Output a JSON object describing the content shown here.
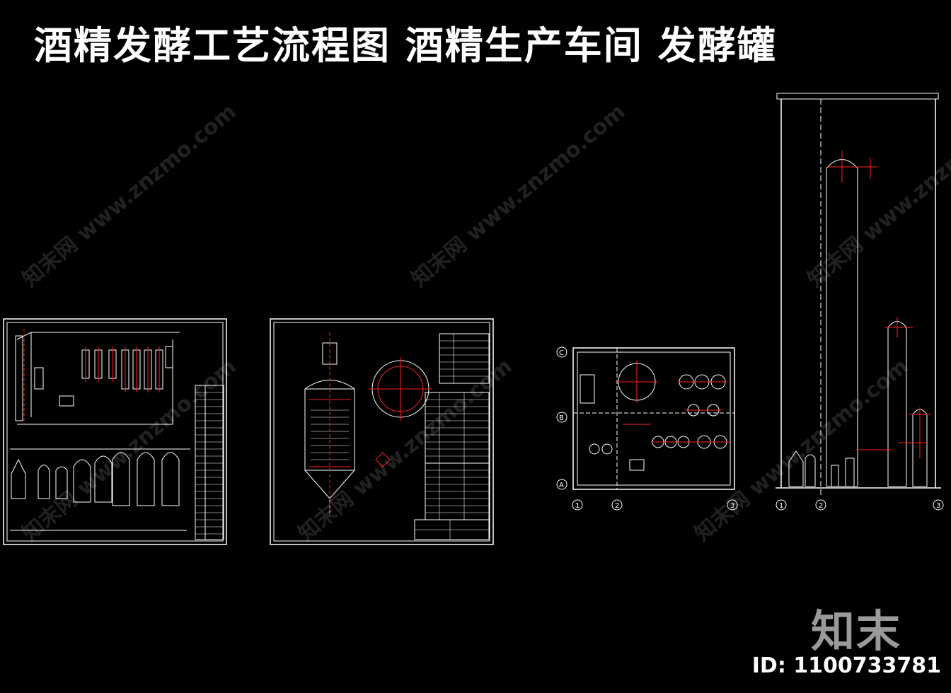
{
  "header": {
    "title": "酒精发酵工艺流程图  酒精生产车间  发酵罐"
  },
  "watermark": {
    "text": "知末网 www.znzmo.com"
  },
  "brand": {
    "logo_text": "知末",
    "id_label": "ID: 1100733781"
  },
  "drawings": {
    "grid_labels_rows": [
      "C",
      "B",
      "A"
    ],
    "grid_labels_cols": [
      "1",
      "2",
      "3"
    ]
  },
  "colors": {
    "background": "#000000",
    "line": "#ffffff",
    "accent": "#ff2020"
  }
}
